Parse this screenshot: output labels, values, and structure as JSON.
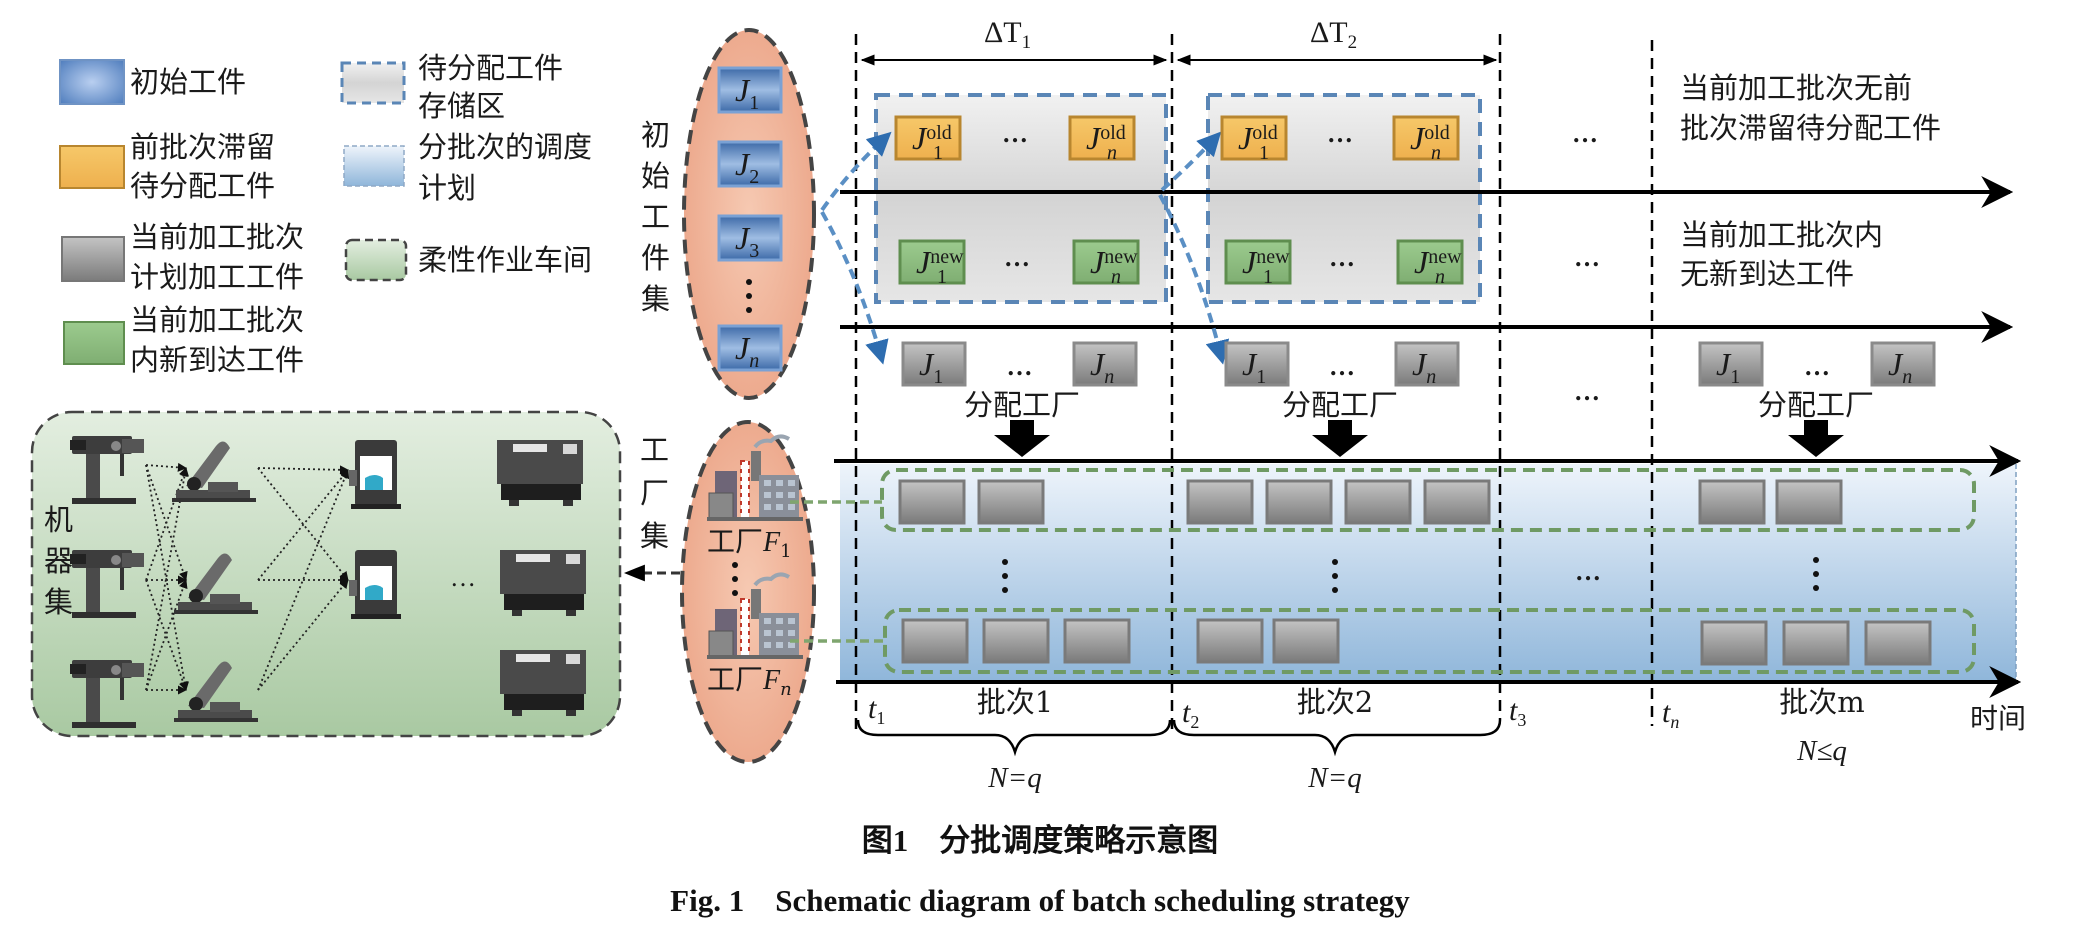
{
  "legend": [
    {
      "id": "initial-job",
      "label_lines": [
        "初始工件"
      ],
      "color": "#5b86bf"
    },
    {
      "id": "retained-job",
      "label_lines": [
        "前批次滞留",
        "待分配工件"
      ],
      "color": "#f0b95a"
    },
    {
      "id": "planned-job",
      "label_lines": [
        "当前加工批次",
        "计划加工工件"
      ],
      "color": "#8a8a8a"
    },
    {
      "id": "new-job",
      "label_lines": [
        "当前加工批次",
        "内新到达工件"
      ],
      "color": "#86b57a"
    },
    {
      "id": "storage-area",
      "label_lines": [
        "待分配工件",
        "存储区"
      ],
      "color": "#d9d9d9"
    },
    {
      "id": "batch-plan",
      "label_lines": [
        "分批次的调度",
        "计划"
      ],
      "color": "#b9d2ea"
    },
    {
      "id": "flexible-shop",
      "label_lines": [
        "柔性作业车间"
      ],
      "color": "#bcd8b6"
    }
  ],
  "initial_job_set": {
    "label": [
      "初",
      "始",
      "工",
      "件",
      "集"
    ],
    "jobs": [
      {
        "base": "J",
        "sub": "1"
      },
      {
        "base": "J",
        "sub": "2"
      },
      {
        "base": "J",
        "sub": "3"
      },
      {
        "base": "⋮",
        "sub": ""
      },
      {
        "base": "J",
        "sub": "n"
      }
    ]
  },
  "factory_set": {
    "label": [
      "工",
      "厂",
      "集"
    ],
    "factories": [
      {
        "prefix": "工厂",
        "name": "F",
        "sub": "1"
      },
      {
        "prefix": "工厂",
        "name": "F",
        "sub": "n"
      }
    ],
    "vdots": "⋮"
  },
  "machine_set": {
    "label": [
      "机",
      "器",
      "集"
    ],
    "ellipsis": "…"
  },
  "timeline": {
    "intervals": [
      {
        "label": "ΔT",
        "sub": "1"
      },
      {
        "label": "ΔT",
        "sub": "2"
      }
    ],
    "time_marks": [
      {
        "label": "t",
        "sub": "1"
      },
      {
        "label": "t",
        "sub": "2"
      },
      {
        "label": "t",
        "sub": "3"
      },
      {
        "label": "t",
        "sub": "n"
      }
    ],
    "batches": [
      {
        "label": "批次1",
        "constraint": "N=q"
      },
      {
        "label": "批次2",
        "constraint": "N=q"
      },
      {
        "label": "批次m",
        "constraint": "N≤q"
      }
    ],
    "axis_label": "时间",
    "assign_label": "分配工厂",
    "ellipsis": "…",
    "vdots": "⋮"
  },
  "storage": {
    "old_jobs": [
      {
        "base": "J",
        "sub": "1",
        "sup": "old"
      },
      {
        "base": "J",
        "sub": "n",
        "sup": "old"
      }
    ],
    "new_jobs": [
      {
        "base": "J",
        "sub": "1",
        "sup": "new"
      },
      {
        "base": "J",
        "sub": "n",
        "sup": "new"
      }
    ],
    "planned_jobs": [
      {
        "base": "J",
        "sub": "1"
      },
      {
        "base": "J",
        "sub": "n"
      }
    ]
  },
  "notes": {
    "no_retained": [
      "当前加工批次无前",
      "批次滞留待分配工件"
    ],
    "no_new": [
      "当前加工批次内",
      "无新到达工件"
    ]
  },
  "batch_jobs": {
    "batch1": {
      "factory1": 2,
      "factoryn": 3
    },
    "batch2": {
      "factory1": 4,
      "factoryn": 2
    },
    "batchm": {
      "factory1": 2,
      "factoryn": 3
    }
  },
  "caption": {
    "cn": "图1　分批调度策略示意图",
    "en": "Fig. 1　Schematic diagram of batch scheduling strategy"
  }
}
